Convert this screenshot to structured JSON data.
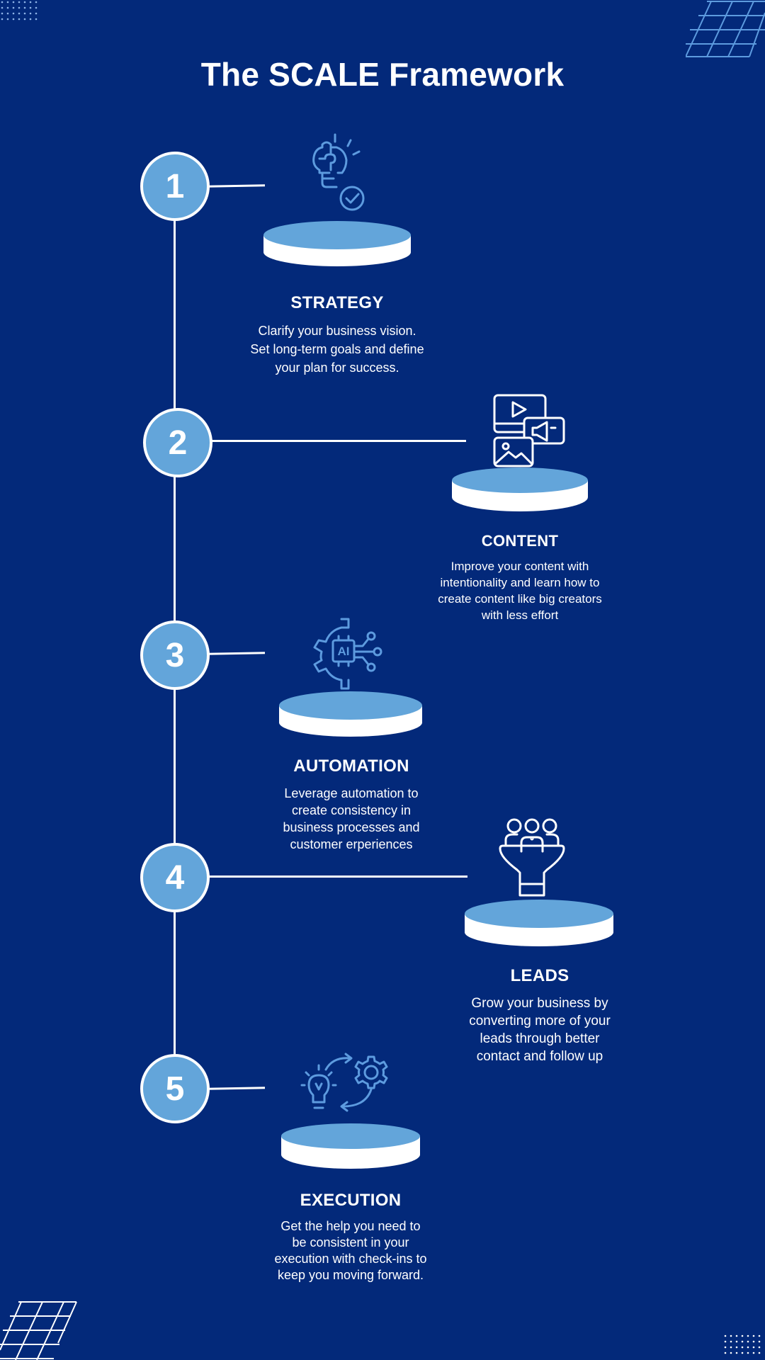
{
  "title": "The SCALE Framework",
  "colors": {
    "background": "#03297A",
    "accent": "#63A5DA",
    "icon_blue": "#5D9BDF",
    "white": "#FFFFFF"
  },
  "steps": [
    {
      "number": "1",
      "title": "STRATEGY",
      "description": "Clarify your business vision. Set long-term goals and define your plan for success.",
      "icon": "puzzle-bulb-check-icon"
    },
    {
      "number": "2",
      "title": "CONTENT",
      "description": "Improve your content with intentionality and learn how to create content like big creators with less effort",
      "icon": "media-content-icon"
    },
    {
      "number": "3",
      "title": "AUTOMATION",
      "description": "Leverage automation to create consistency in business processes and customer erperiences",
      "icon": "ai-gear-icon"
    },
    {
      "number": "4",
      "title": "LEADS",
      "description": "Grow your business by converting more of your leads through better contact and follow up",
      "icon": "people-funnel-icon"
    },
    {
      "number": "5",
      "title": "EXECUTION",
      "description": "Get the help you need to be consistent in your execution with check-ins to keep you moving forward.",
      "icon": "bulb-gear-cycle-icon"
    }
  ]
}
